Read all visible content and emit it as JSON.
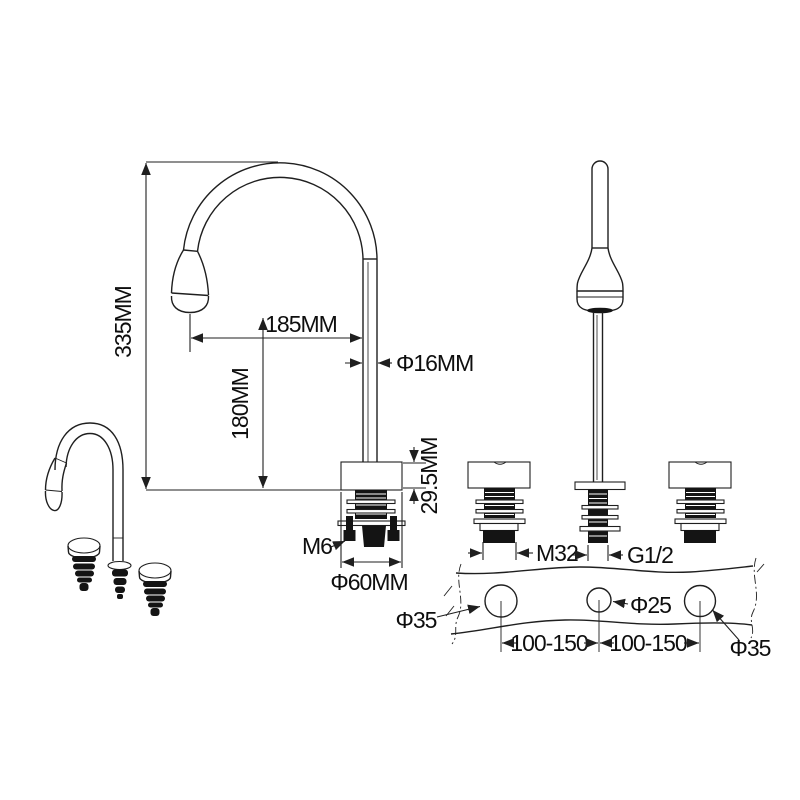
{
  "drawing": {
    "type": "faucet-installation-dimension-drawing",
    "line_color": "#1f1f1f",
    "background": "#ffffff",
    "labels": {
      "spout_height": "335MM",
      "spout_reach": "185MM",
      "pipe_diameter": "Φ16MM",
      "clearance_height": "180MM",
      "body_height": "29.5MM",
      "bolt_thread": "M6",
      "base_diameter": "Φ60MM",
      "valve_thread": "M32",
      "inlet_thread": "G1/2",
      "hole_left": "Φ35",
      "hole_center": "Φ25",
      "hole_right": "Φ35",
      "hole_spacing_left": "100-150",
      "hole_spacing_right": "100-150"
    }
  }
}
